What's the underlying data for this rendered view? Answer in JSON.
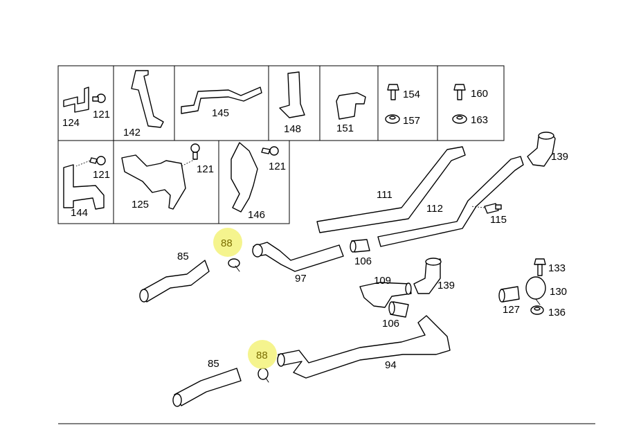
{
  "colors": {
    "line": "#000000",
    "highlight": "#f3f27a",
    "highlight_text": "#7a6d00",
    "background": "#ffffff"
  },
  "labels": {
    "p124": "124",
    "p121a": "121",
    "p142": "142",
    "p145": "145",
    "p148": "148",
    "p151": "151",
    "p154": "154",
    "p157": "157",
    "p160": "160",
    "p163": "163",
    "p144": "144",
    "p121b": "121",
    "p125": "125",
    "p121c": "121",
    "p146": "146",
    "p121d": "121",
    "p139a": "139",
    "p111": "111",
    "p112": "112",
    "p115": "115",
    "p88a": "88",
    "p85a": "85",
    "p97": "97",
    "p106a": "106",
    "p133": "133",
    "p109": "109",
    "p139b": "139",
    "p130": "130",
    "p127": "127",
    "p136": "136",
    "p106b": "106",
    "p88b": "88",
    "p85b": "85",
    "p94": "94"
  }
}
